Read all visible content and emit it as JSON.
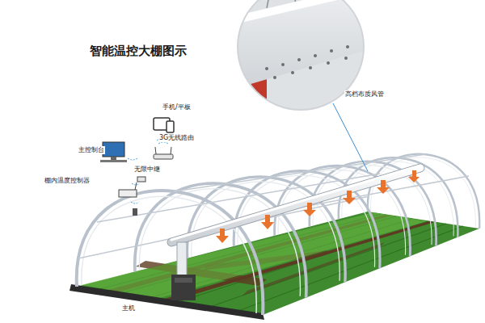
{
  "diagram": {
    "title": "智能温控大棚图示",
    "labels": [
      "手机/平板",
      "3G无线路由",
      "主控制台",
      "无限中继",
      "棚内温度控制器",
      "高档布质风管",
      "主机"
    ]
  }
}
